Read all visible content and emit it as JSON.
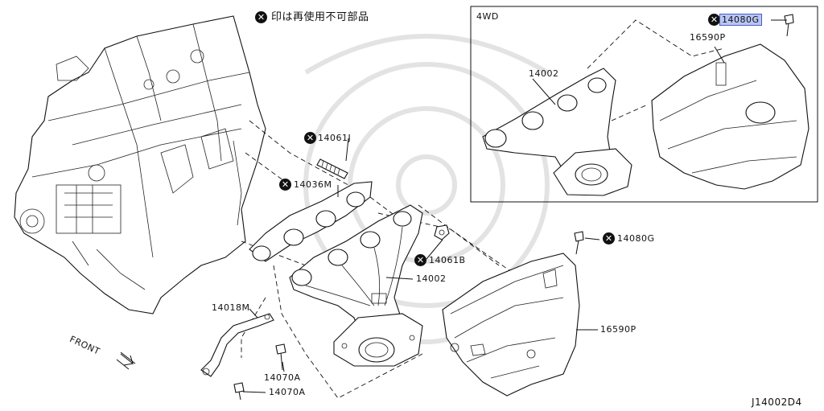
{
  "note": "印は再使用不可部品",
  "inset_label": "4WD",
  "diagram_code": "J14002D4",
  "front_label": "FRONT",
  "parts": {
    "p14080G_top": "14080G",
    "p16590P_top": "16590P",
    "p14002_top": "14002",
    "p14061J": "14061J",
    "p14036M": "14036M",
    "p14061B": "14061B",
    "p14002": "14002",
    "p14080G": "14080G",
    "p14018M": "14018M",
    "p14070A_1": "14070A",
    "p14070A_2": "14070A",
    "p16590P": "16590P"
  },
  "icons": {
    "non_reusable": "x-circle-icon",
    "front": "arrow-icon"
  },
  "colors": {
    "line": "#111111",
    "highlight": "#b9c6f5"
  }
}
